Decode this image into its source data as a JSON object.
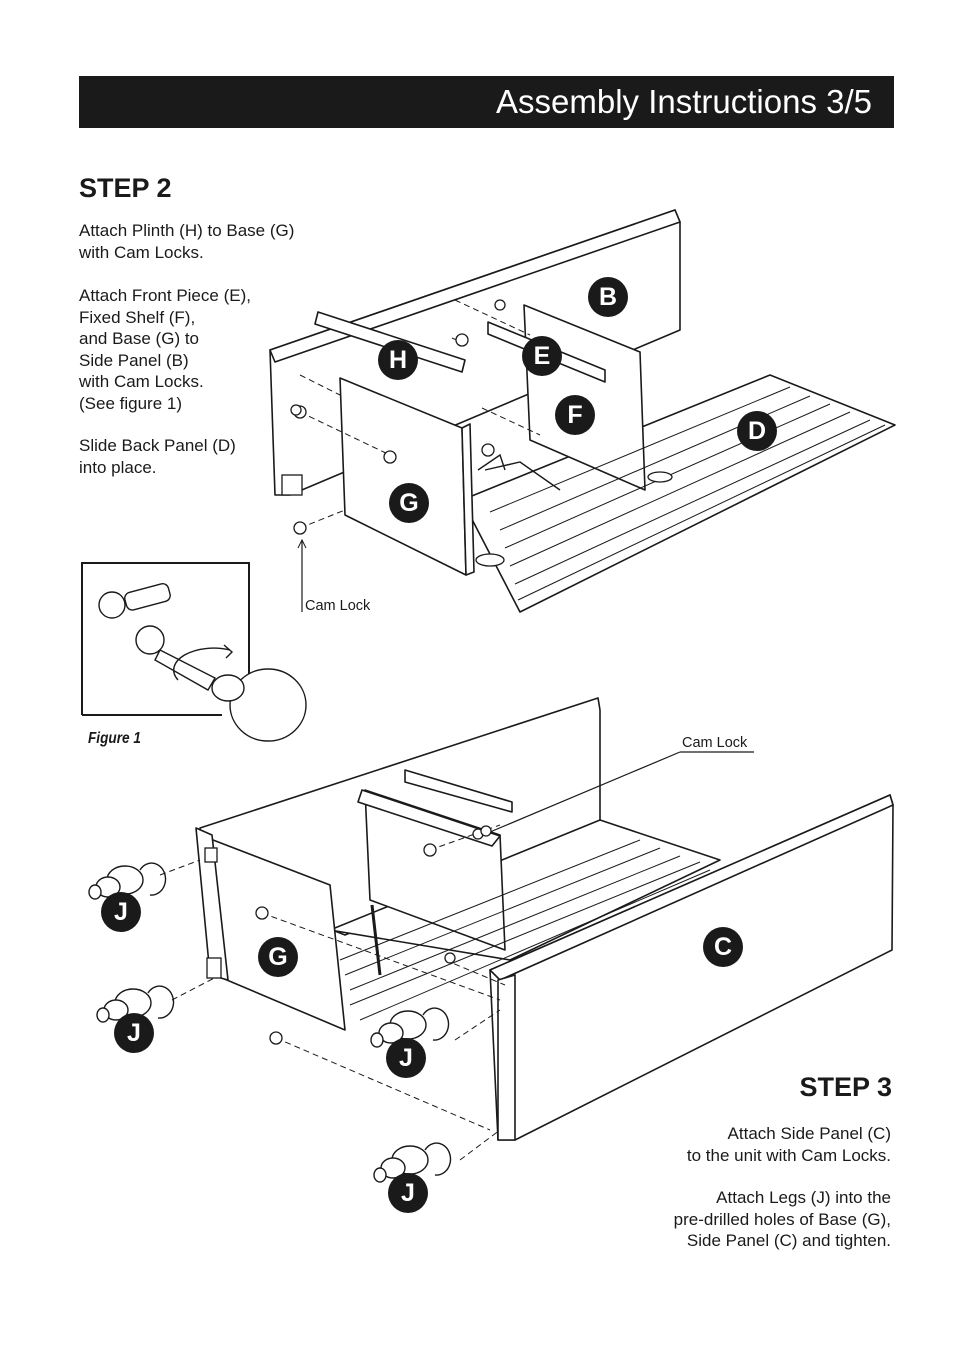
{
  "header": {
    "title": "Assembly Instructions 3/5"
  },
  "step2": {
    "title": "STEP 2",
    "paragraphs": [
      [
        "Attach Plinth (H) to Base (G)",
        "with Cam Locks."
      ],
      [
        "Attach Front Piece (E),",
        "Fixed Shelf (F),",
        "and Base (G) to",
        "Side Panel (B)",
        "with Cam Locks.",
        "(See figure 1)"
      ],
      [
        "Slide Back Panel (D)",
        "into place."
      ]
    ],
    "callout": "Cam Lock",
    "figure_caption": "Figure 1",
    "parts": [
      "B",
      "E",
      "F",
      "D",
      "H",
      "G"
    ]
  },
  "step3": {
    "title": "STEP 3",
    "paragraphs": [
      [
        "Attach Side Panel (C)",
        "to the unit with Cam Locks."
      ],
      [
        "Attach Legs (J) into the",
        "pre-drilled holes of Base (G),",
        "Side Panel (C) and tighten."
      ]
    ],
    "callout": "Cam Lock",
    "parts": [
      "C",
      "G",
      "J",
      "J",
      "J",
      "J"
    ]
  }
}
